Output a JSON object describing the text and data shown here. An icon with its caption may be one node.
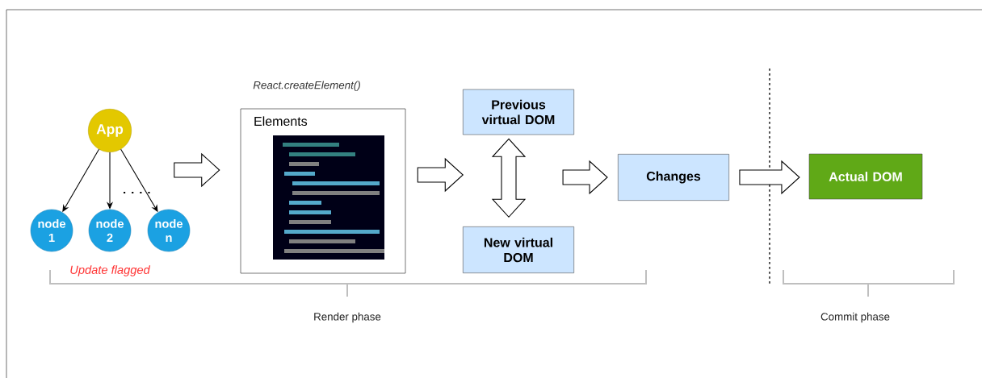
{
  "diagram": {
    "nodes": [
      {
        "text": [
          "App"
        ]
      },
      {
        "text": [
          "node 1"
        ]
      },
      {
        "text": [
          "node 2"
        ]
      },
      {
        "text": [
          "node n"
        ]
      },
      {
        "text": [
          "Elements"
        ],
        "beside": [
          "React.createElement()"
        ]
      },
      {
        "text": [
          "Previous virtual DOM"
        ]
      },
      {
        "text": [
          "New virtual DOM"
        ]
      },
      {
        "text": [
          "Changes"
        ]
      },
      {
        "text": [
          "Actual DOM"
        ]
      }
    ],
    "edges": [
      {
        "from": 0,
        "to": 1,
        "arrow": "to"
      },
      {
        "from": 0,
        "to": 2,
        "arrow": "to"
      },
      {
        "from": 0,
        "to": 3,
        "arrow": "to"
      },
      {
        "from": null,
        "to": 4,
        "arrow": "to",
        "style": "thick"
      },
      {
        "from": 4,
        "to": null,
        "arrow": "to",
        "style": "thick"
      },
      {
        "from": 5,
        "to": 6,
        "arrow": "both",
        "style": "thick"
      },
      {
        "from": null,
        "to": 7,
        "arrow": "to",
        "style": "thick"
      },
      {
        "from": 7,
        "to": 8,
        "arrow": "to",
        "style": "thick"
      }
    ],
    "labels": [
      "Update flagged",
      "Render phase",
      "Commit phase"
    ]
  }
}
